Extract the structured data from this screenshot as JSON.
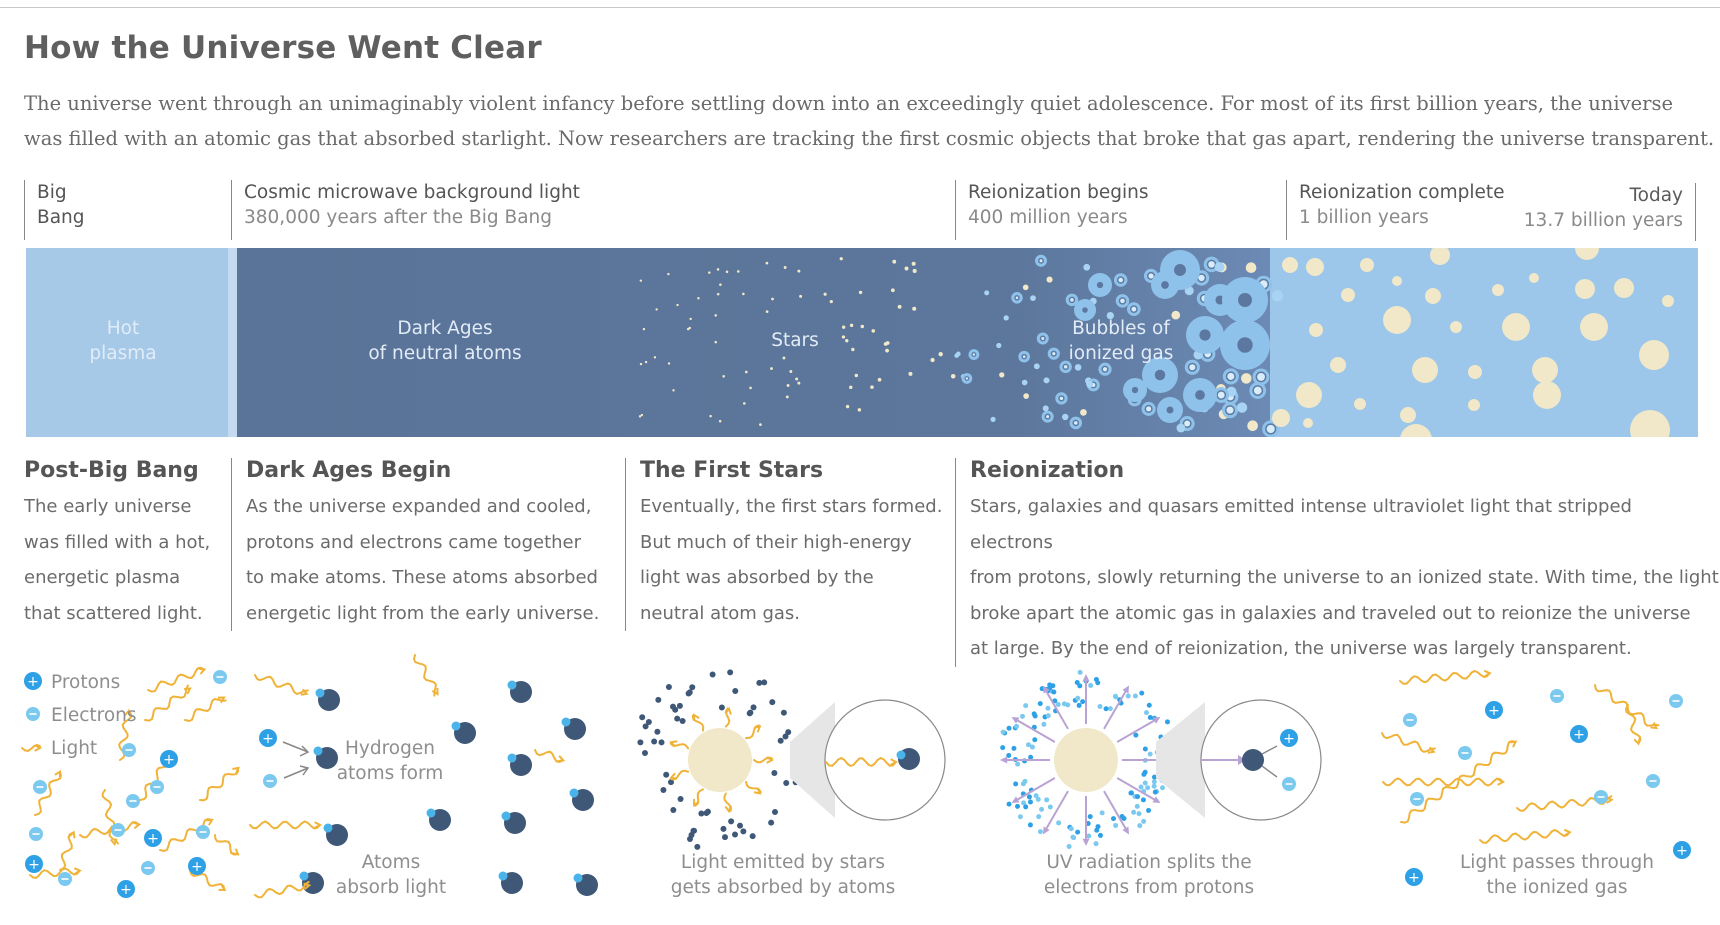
{
  "title": "How the Universe Went Clear",
  "intro": [
    "The universe went through an unimaginably violent infancy before settling down into an exceedingly quiet adolescence. For most of its first billion years, the universe",
    "was filled with an atomic gas that absorbed starlight. Now researchers are tracking the first cosmic objects that broke that gas apart, rendering the universe transparent."
  ],
  "milestones": [
    {
      "name": "Big",
      "name2": "Bang"
    },
    {
      "name": "Cosmic microwave background light",
      "time": "380,000 years after the Big Bang"
    },
    {
      "name": "Reionization begins",
      "time": "400 million years"
    },
    {
      "name": "Reionization complete",
      "time": "1 billion years"
    },
    {
      "name": "Today",
      "time": "13.7 billion years"
    }
  ],
  "band_labels": {
    "hot1": "Hot",
    "hot2": "plasma",
    "dark1": "Dark Ages",
    "dark2": "of neutral atoms",
    "stars": "Stars",
    "bub1": "Bubbles of",
    "bub2": "ionized gas"
  },
  "sections": [
    {
      "heading": "Post-Big Bang",
      "lines": [
        "The early universe",
        "was filled with a hot,",
        "energetic plasma",
        "that scattered light."
      ]
    },
    {
      "heading": "Dark Ages Begin",
      "lines": [
        "As the universe expanded and cooled,",
        "protons and electrons came together",
        "to make atoms. These atoms absorbed",
        "energetic light from the early universe."
      ]
    },
    {
      "heading": "The First Stars",
      "lines": [
        "Eventually, the first stars formed.",
        "But much of their high-energy",
        "light was absorbed by the",
        "neutral atom gas."
      ]
    },
    {
      "heading": "Reionization",
      "lines": [
        "Stars, galaxies and quasars emitted intense ultraviolet light that stripped electrons",
        "from protons, slowly returning the universe to an ionized state. With time, the light",
        "broke apart the atomic gas in galaxies and traveled out to reionize the universe",
        "at large. By the end of reionization, the universe was largely transparent."
      ]
    }
  ],
  "legend": {
    "protons": "Protons",
    "electrons": "Electrons",
    "light": "Light"
  },
  "captions": {
    "hydrogen1": "Hydrogen",
    "hydrogen2": "atoms form",
    "absorb1": "Atoms",
    "absorb2": "absorb light",
    "stars1": "Light emitted by stars",
    "stars2": "gets absorbed by atoms",
    "uv1": "UV radiation splits the",
    "uv2": "electrons from protons",
    "pass1": "Light passes through",
    "pass2": "the ionized gas"
  },
  "colors": {
    "plasma": "#a7c9e8",
    "dark_ages": "#5b7499",
    "bubble_gas": "#9cc6ea",
    "star": "#f0e8c8",
    "proton": "#2ea1e6",
    "electron": "#7cc9ef",
    "atom": "#3f5878",
    "light_wave": "#f0b33a",
    "uv_arrow": "#b9a3d4"
  }
}
